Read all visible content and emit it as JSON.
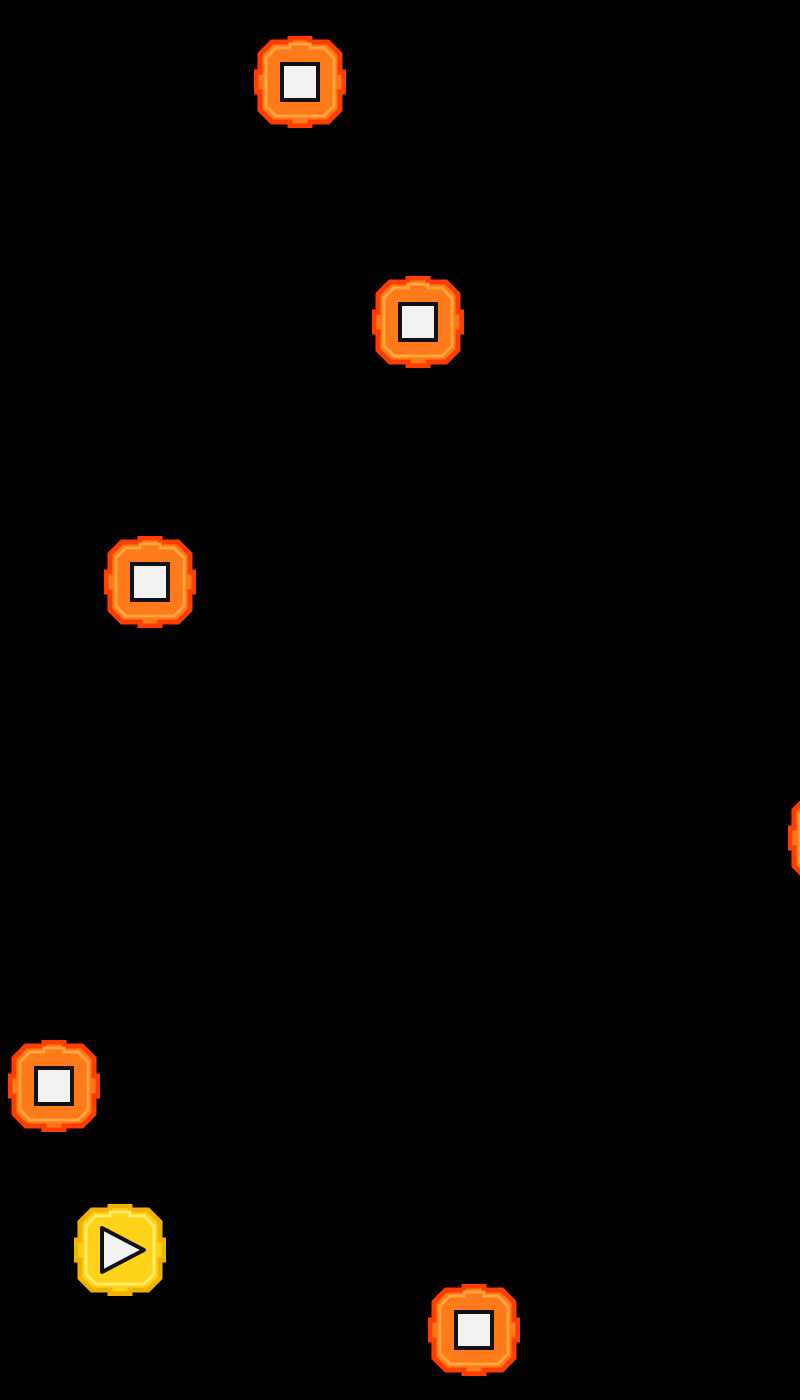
{
  "game": {
    "background_color": "#000000",
    "tiles": [
      {
        "kind": "stop",
        "icon": "stop-square-icon",
        "state": "inactive"
      },
      {
        "kind": "stop",
        "icon": "stop-square-icon",
        "state": "inactive"
      },
      {
        "kind": "stop",
        "icon": "stop-square-icon",
        "state": "inactive"
      },
      {
        "kind": "stop",
        "icon": "stop-square-icon",
        "state": "inactive",
        "partially_visible": true
      },
      {
        "kind": "stop",
        "icon": "stop-square-icon",
        "state": "inactive"
      },
      {
        "kind": "play",
        "icon": "play-triangle-icon",
        "state": "active"
      },
      {
        "kind": "stop",
        "icon": "stop-square-icon",
        "state": "inactive"
      }
    ],
    "colors": {
      "stop_tile_outer": "#ff7a1a",
      "stop_tile_rim": "#ff3d00",
      "stop_tile_glow": "#ffb347",
      "play_tile_outer": "#ffd21a",
      "play_tile_rim": "#f2b300",
      "play_tile_glow": "#fff27a",
      "icon_fill": "#f2f2f2",
      "icon_stroke": "#111111"
    }
  }
}
